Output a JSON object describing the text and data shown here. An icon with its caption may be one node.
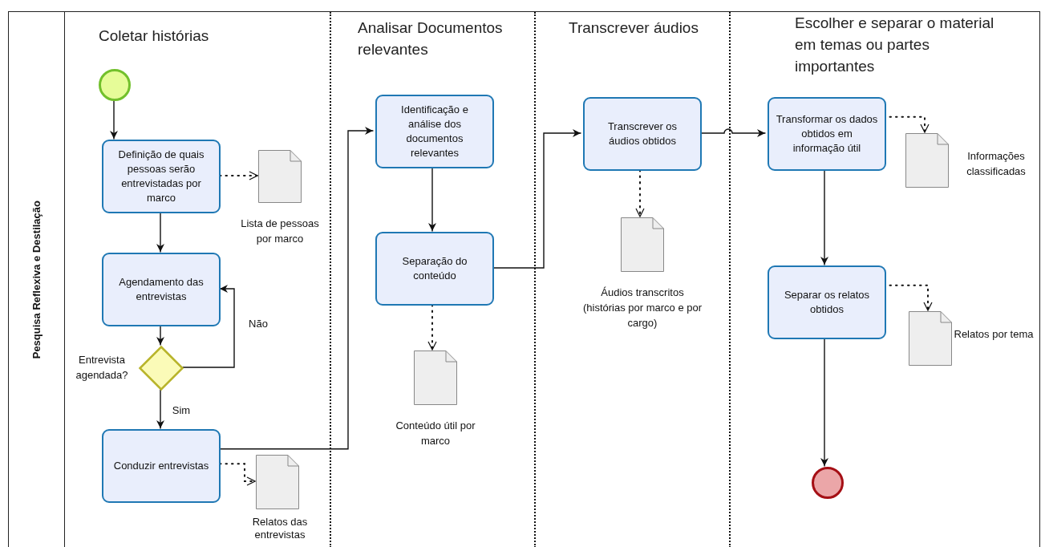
{
  "diagram": {
    "nodes": [
      {
        "text": [
          "Pesquisa Reflexiva e Destilação"
        ]
      },
      {
        "text": [
          "Coletar histórias"
        ],
        "in": 0
      },
      {
        "text": [
          "Analisar Documentos relevantes"
        ],
        "in": 0
      },
      {
        "text": [
          "Transcrever áudios"
        ],
        "in": 0
      },
      {
        "text": [
          "Escolher e separar o material em temas ou partes importantes"
        ],
        "in": 0
      },
      {
        "text": [],
        "shape": "circle",
        "in": 1
      },
      {
        "text": [
          "Definição de quais pessoas serão entrevistadas por marco"
        ],
        "in": 1
      },
      {
        "text": [],
        "shape": "document",
        "beside": [
          "Lista de pessoas por marco"
        ],
        "in": 1
      },
      {
        "text": [
          "Agendamento das entrevistas"
        ],
        "in": 1
      },
      {
        "text": [],
        "shape": "diamond",
        "beside": [
          "Entrevista agendada?"
        ],
        "in": 1
      },
      {
        "text": [
          "Conduzir entrevistas"
        ],
        "in": 1
      },
      {
        "text": [],
        "shape": "document",
        "beside": [
          "Relatos das entrevistas"
        ],
        "in": 1
      },
      {
        "text": [
          "Identificação e análise dos documentos relevantes"
        ],
        "in": 2
      },
      {
        "text": [
          "Separação do conteúdo"
        ],
        "in": 2
      },
      {
        "text": [],
        "shape": "document",
        "beside": [
          "Conteúdo útil por marco"
        ],
        "in": 2
      },
      {
        "text": [
          "Transcrever os áudios obtidos"
        ],
        "in": 3
      },
      {
        "text": [],
        "shape": "document",
        "beside": [
          "Áudios transcritos (histórias por marco e por cargo)"
        ],
        "in": 3
      },
      {
        "text": [
          "Transformar os dados obtidos em informação útil"
        ],
        "in": 4
      },
      {
        "text": [],
        "shape": "document",
        "beside": [
          "Informações classificadas"
        ],
        "in": 4
      },
      {
        "text": [
          "Separar os relatos obtidos"
        ],
        "in": 4
      },
      {
        "text": [],
        "shape": "document",
        "beside": [
          "Relatos por tema"
        ],
        "in": 4
      },
      {
        "text": [],
        "shape": "circle",
        "in": 4
      }
    ],
    "edges": [
      {
        "from": 5,
        "to": 6,
        "arrow": "to"
      },
      {
        "from": 6,
        "to": 7,
        "arrow": "to",
        "style": "dashed"
      },
      {
        "from": 6,
        "to": 8,
        "arrow": "to"
      },
      {
        "from": 8,
        "to": 9,
        "arrow": "to"
      },
      {
        "from": 9,
        "to": 8,
        "arrow": "to",
        "label": "Não"
      },
      {
        "from": 9,
        "to": 10,
        "arrow": "to",
        "label": "Sim"
      },
      {
        "from": 10,
        "to": 11,
        "arrow": "to",
        "style": "dashed"
      },
      {
        "from": 10,
        "to": 12,
        "arrow": "to"
      },
      {
        "from": 12,
        "to": 13,
        "arrow": "to"
      },
      {
        "from": 13,
        "to": 14,
        "arrow": "to",
        "style": "dashed"
      },
      {
        "from": 13,
        "to": 15,
        "arrow": "to"
      },
      {
        "from": 15,
        "to": 16,
        "arrow": "to",
        "style": "dashed"
      },
      {
        "from": 15,
        "to": 17,
        "arrow": "to"
      },
      {
        "from": 17,
        "to": 18,
        "arrow": "to",
        "style": "dashed"
      },
      {
        "from": 17,
        "to": 19,
        "arrow": "to"
      },
      {
        "from": 19,
        "to": 20,
        "arrow": "to",
        "style": "dashed"
      },
      {
        "from": 19,
        "to": 21,
        "arrow": "to"
      }
    ]
  }
}
